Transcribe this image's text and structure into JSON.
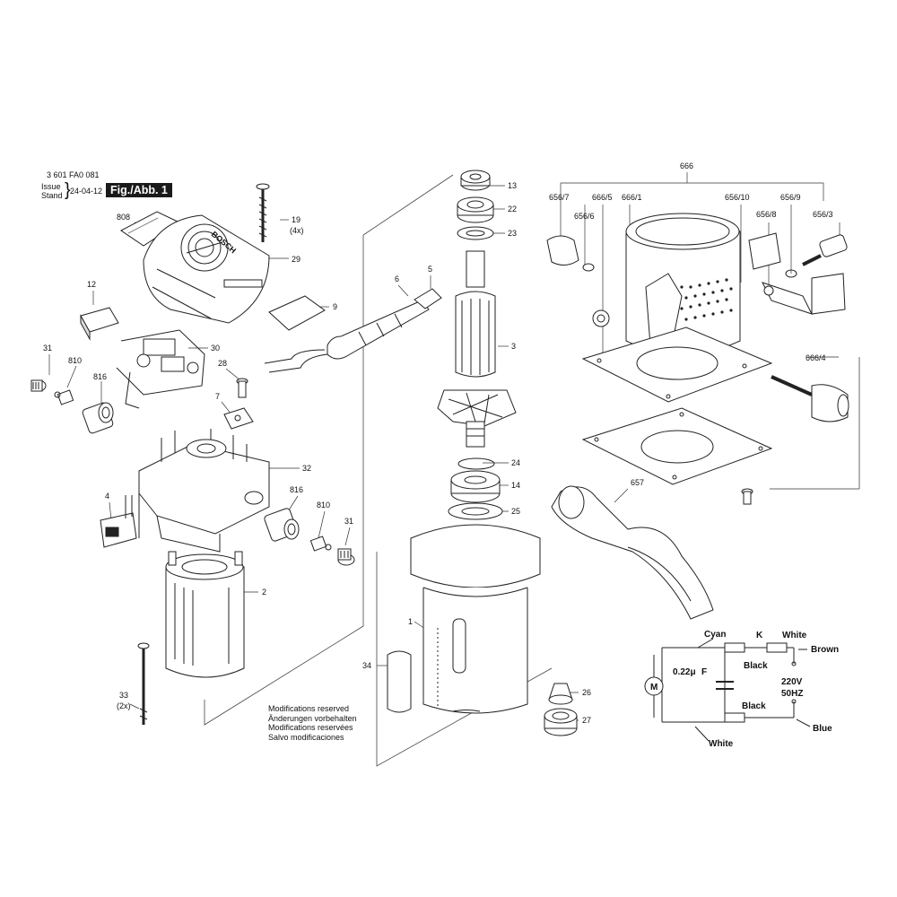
{
  "header": {
    "part_number": "3 601 FA0 081",
    "issue_label": "Issue",
    "stand_label": "Stand",
    "date": "24-04-12",
    "figure": "Fig./Abb. 1"
  },
  "notes": [
    "Modifications reserved",
    "Änderungen vorbehalten",
    "Modifications reservées",
    "Salvo modificaciones"
  ],
  "brand_on_housing": "BOSCH",
  "callouts": {
    "c808": "808",
    "c29": "29",
    "c19": "19",
    "c19_qty": "(4x)",
    "c9": "9",
    "c12": "12",
    "c30": "30",
    "c31a": "31",
    "c810a": "810",
    "c816a": "816",
    "c28": "28",
    "c7": "7",
    "c32": "32",
    "c4": "4",
    "c816b": "816",
    "c810b": "810",
    "c31b": "31",
    "c2": "2",
    "c33": "33",
    "c33_qty": "(2x)",
    "c6": "6",
    "c5": "5",
    "c13": "13",
    "c22": "22",
    "c23": "23",
    "c3": "3",
    "c24": "24",
    "c14": "14",
    "c25": "25",
    "c1": "1",
    "c34": "34",
    "c26": "26",
    "c27": "27",
    "c666": "666",
    "c656_7": "656/7",
    "c666_5": "666/5",
    "c666_1": "666/1",
    "c656_10": "656/10",
    "c656_9": "656/9",
    "c656_6": "656/6",
    "c656_8": "656/8",
    "c656_3": "656/3",
    "c666_4": "666/4",
    "c657": "657"
  },
  "wiring": {
    "cyan": "Cyan",
    "k": "K",
    "white_top": "White",
    "brown": "Brown",
    "motor": "M",
    "cap_value": "0.22μ",
    "cap_unit": "F",
    "black1": "Black",
    "black2": "Black",
    "voltage": "220V",
    "freq": "50HZ",
    "blue": "Blue",
    "white_bottom": "White"
  }
}
